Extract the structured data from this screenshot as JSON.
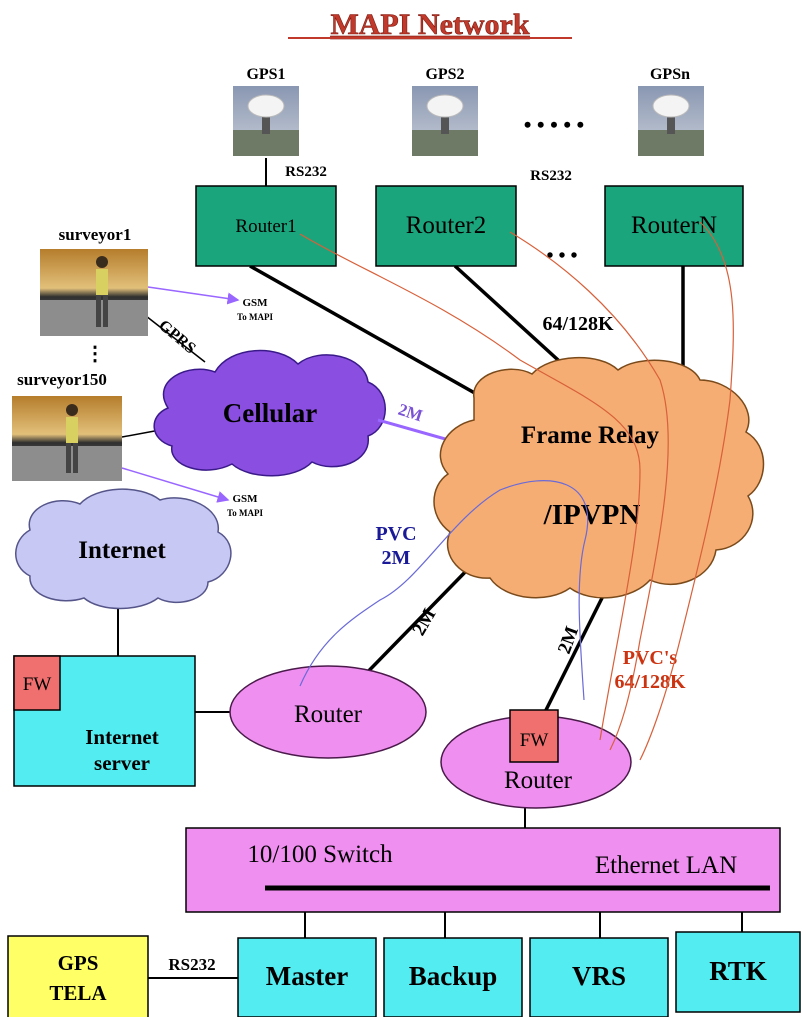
{
  "title": "MAPI Network",
  "gps_stations": [
    {
      "label": "GPS1"
    },
    {
      "label": "GPS2"
    },
    {
      "label": "GPSn"
    }
  ],
  "dots": "• • • • •",
  "routers_top": [
    {
      "label": "Router1"
    },
    {
      "label": "Router2"
    },
    {
      "label": "RouterN"
    }
  ],
  "router_dots": "• • •",
  "rs232_1": "RS232",
  "rs232_2": "RS232",
  "surveyors": [
    {
      "label": "surveyor1"
    },
    {
      "label": "surveyor150"
    }
  ],
  "gprs": "GPRS",
  "gsm_1": {
    "line1": "GSM",
    "line2": "To MAPI"
  },
  "gsm_2": {
    "line1": "GSM",
    "line2": "To MAPI"
  },
  "cellular": "Cellular",
  "link_cell_fr": "2M",
  "frame_relay": {
    "line1": "Frame Relay",
    "line2": "/IPVPN"
  },
  "link_64_128": "64/128K",
  "internet": "Internet",
  "pvc": {
    "line1": "PVC",
    "line2": "2M"
  },
  "link_2m_a": "2M",
  "link_2m_b": "2M",
  "pvcs": {
    "line1": "PVC's",
    "line2": "64/128K"
  },
  "internet_server": {
    "fw": "FW",
    "line1": "Internet",
    "line2": "server"
  },
  "router_mid": "Router",
  "router_fw": {
    "fw": "FW",
    "label": "Router"
  },
  "switch": {
    "left": "10/100 Switch",
    "right": "Ethernet LAN"
  },
  "gps_tela": {
    "line1": "GPS",
    "line2": "TELA"
  },
  "rs232_3": "RS232",
  "servers": [
    {
      "label": "Master"
    },
    {
      "label": "Backup"
    },
    {
      "label": "VRS"
    },
    {
      "label": "RTK"
    }
  ],
  "colors": {
    "title_red": "#c0392b",
    "router_box": "#1aa57d",
    "cellular": "#8a4fe0",
    "frame_relay": "#f5ad73",
    "internet_cloud": "#c8c8f4",
    "cyan_box": "#53ecf0",
    "pink": "#ef8ff0",
    "fw_box": "#f07070",
    "gps_tela": "#ffff66",
    "pvc_blue": "#1a1a99",
    "pvc_red": "#cc3311",
    "gsm_arrow": "#9966ff"
  }
}
